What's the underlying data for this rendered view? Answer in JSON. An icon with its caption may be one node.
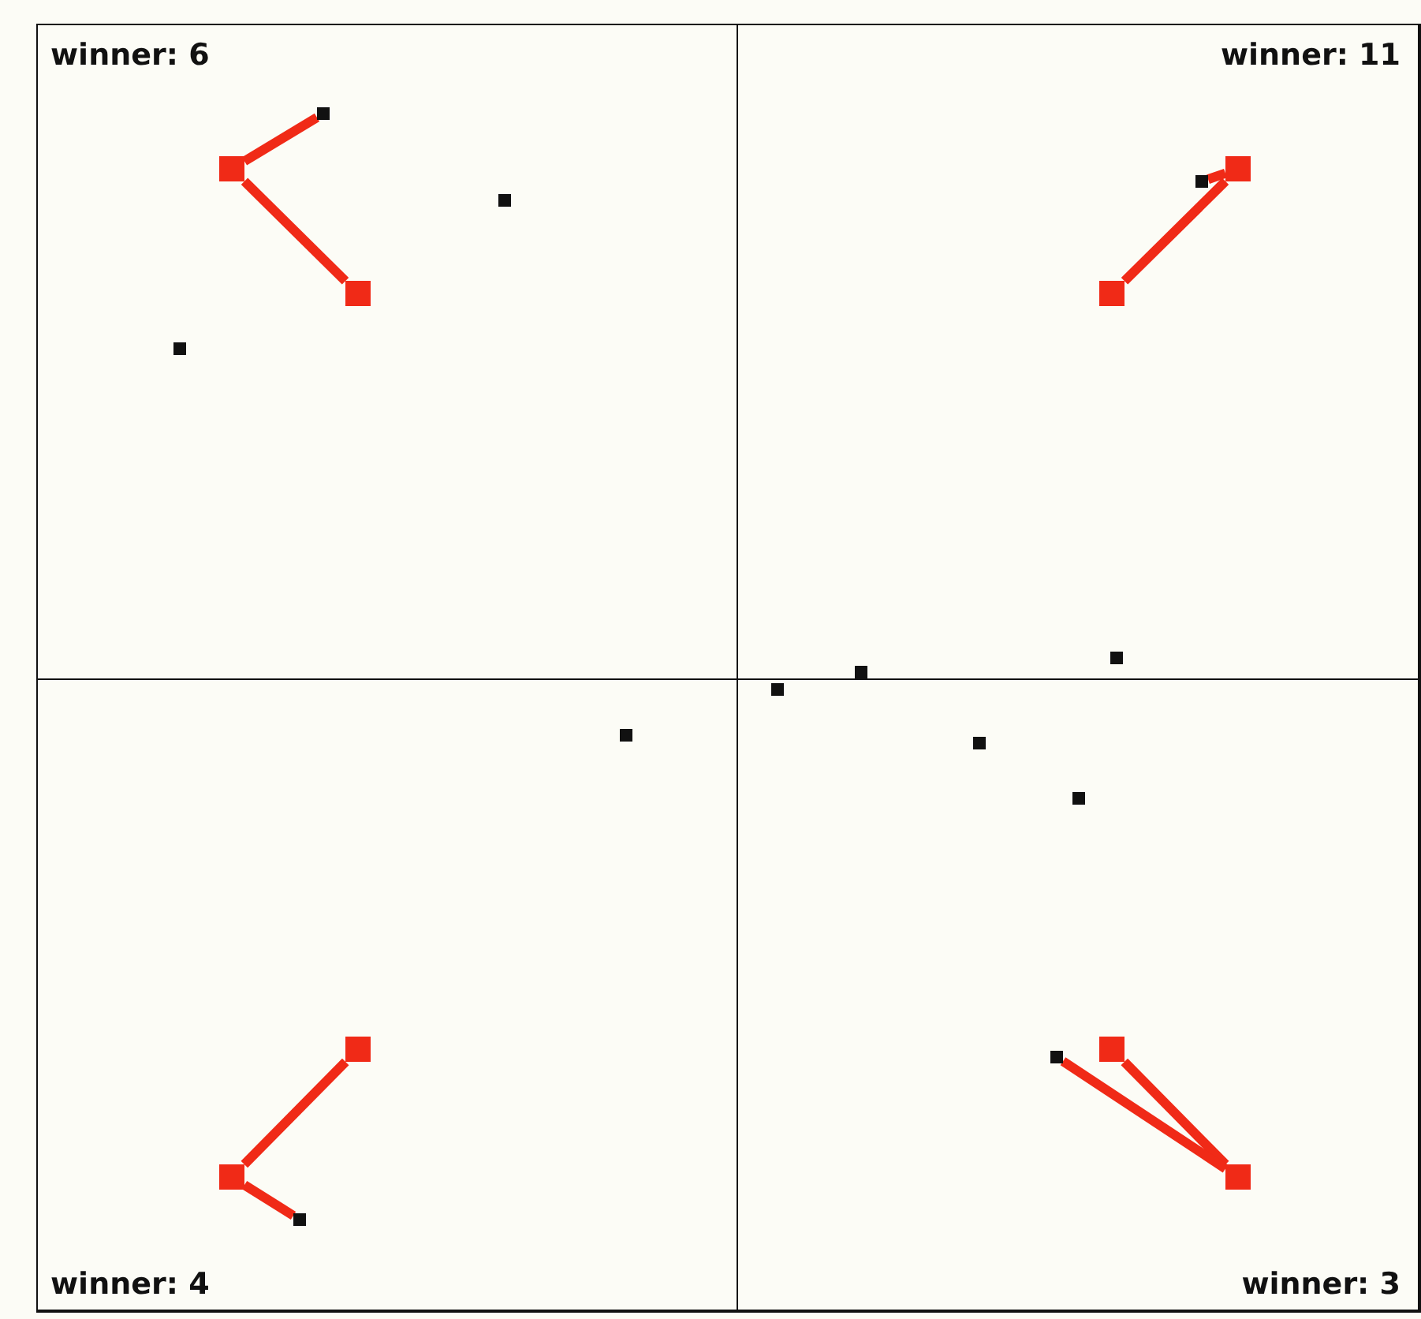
{
  "diagram": {
    "nodes": [
      {
        "text": [
          "winner: 6"
        ]
      },
      {
        "text": [
          "winner: 11"
        ]
      },
      {
        "text": [
          "winner: 4"
        ]
      },
      {
        "text": [
          "winner: 3"
        ]
      },
      {
        "text": [],
        "shape": "box",
        "in": 0
      },
      {
        "text": [],
        "shape": "box",
        "in": 0
      },
      {
        "text": [],
        "shape": "dot",
        "in": 0
      },
      {
        "text": [],
        "shape": "box",
        "in": 1
      },
      {
        "text": [],
        "shape": "box",
        "in": 1
      },
      {
        "text": [],
        "shape": "dot",
        "in": 1
      },
      {
        "text": [],
        "shape": "box",
        "in": 2
      },
      {
        "text": [],
        "shape": "box",
        "in": 2
      },
      {
        "text": [],
        "shape": "dot",
        "in": 2
      },
      {
        "text": [],
        "shape": "box",
        "in": 3
      },
      {
        "text": [],
        "shape": "box",
        "in": 3
      },
      {
        "text": [],
        "shape": "dot",
        "in": 3
      }
    ],
    "edges": [
      {
        "from": 6,
        "to": 4,
        "arrow": "none"
      },
      {
        "from": 4,
        "to": 5,
        "arrow": "none"
      },
      {
        "from": 8,
        "to": 7,
        "arrow": "none"
      },
      {
        "from": 7,
        "to": 9,
        "arrow": "none"
      },
      {
        "from": 10,
        "to": 11,
        "arrow": "none"
      },
      {
        "from": 11,
        "to": 12,
        "arrow": "none"
      },
      {
        "from": 13,
        "to": 14,
        "arrow": "none"
      },
      {
        "from": 14,
        "to": 15,
        "arrow": "none"
      }
    ]
  }
}
